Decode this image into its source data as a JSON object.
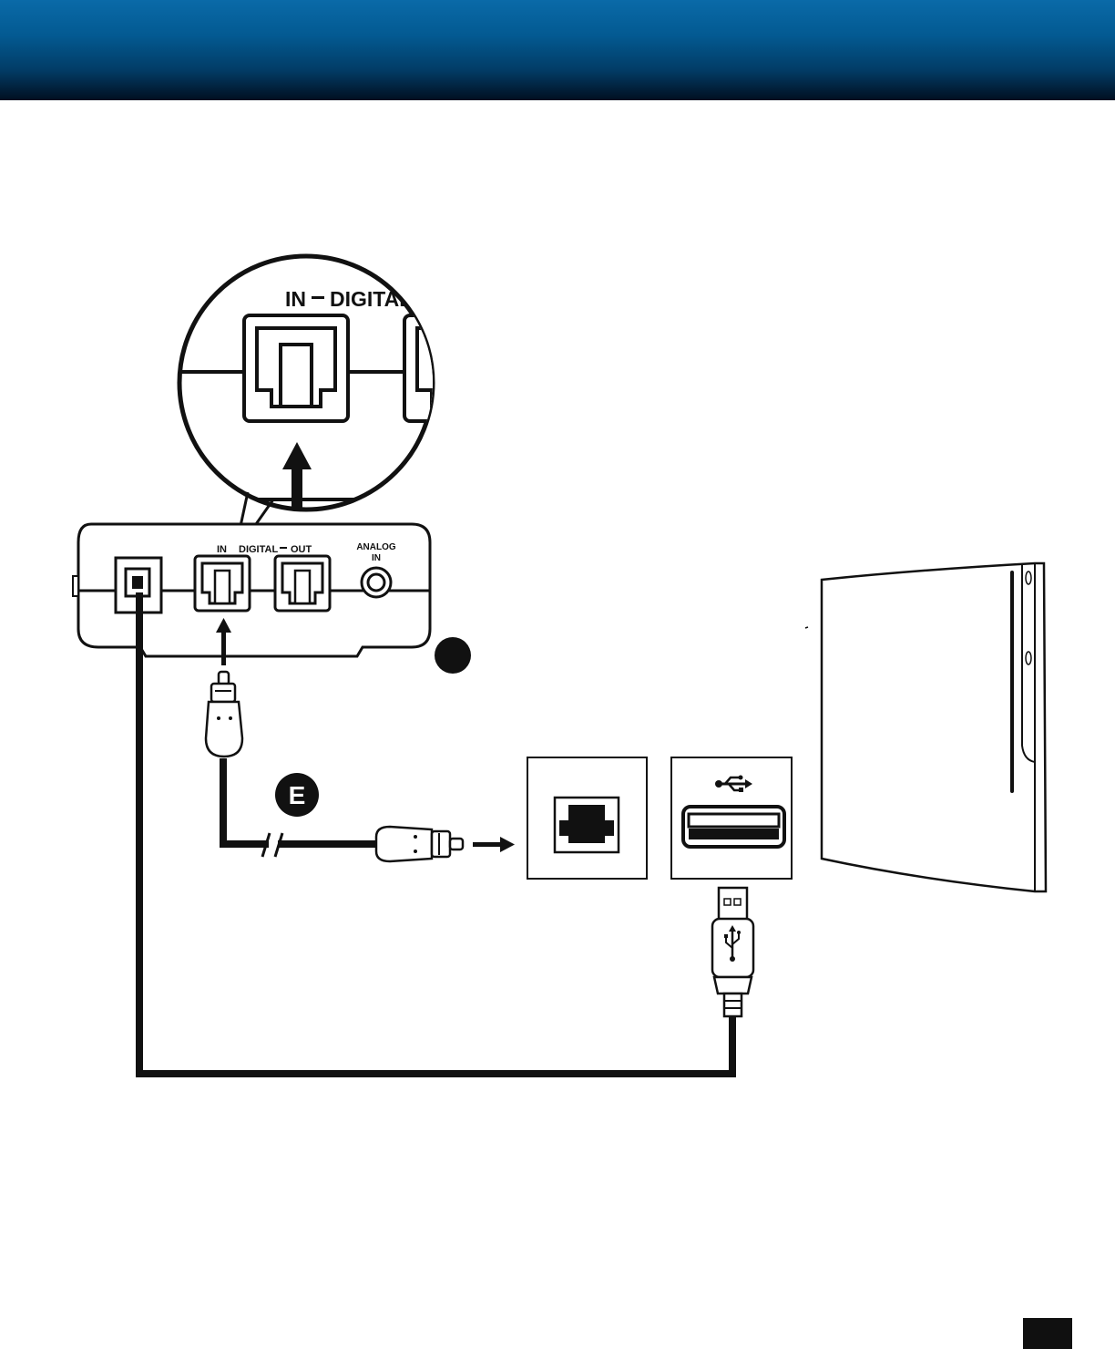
{
  "zoom": {
    "label_in": "IN",
    "label_digital": "DIGITAL"
  },
  "adapter": {
    "label_in": "IN",
    "label_digital": "DIGITAL",
    "label_out": "OUT",
    "label_analog_line1": "ANALOG",
    "label_analog_line2": "IN"
  },
  "steps": {
    "e_label": "E"
  },
  "colors": {
    "header_top": "#0a6aa8",
    "header_bottom": "#010f20",
    "line": "#111111"
  }
}
